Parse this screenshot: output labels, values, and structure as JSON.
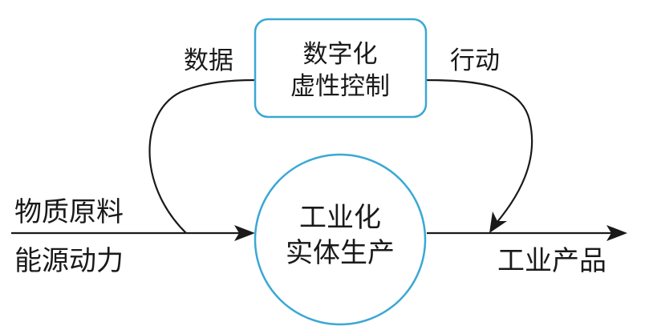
{
  "diagram": {
    "top_box": {
      "line1": "数字化",
      "line2": "虚性控制"
    },
    "circle": {
      "line1": "工业化",
      "line2": "实体生产"
    },
    "labels": {
      "left_top": "物质原料",
      "left_bottom": "能源动力",
      "right": "工业产品",
      "data_edge": "数据",
      "action_edge": "行动"
    },
    "colors": {
      "node_stroke": "#3aa8d4",
      "line": "#1a1a1a",
      "text": "#1a1a1a"
    }
  }
}
